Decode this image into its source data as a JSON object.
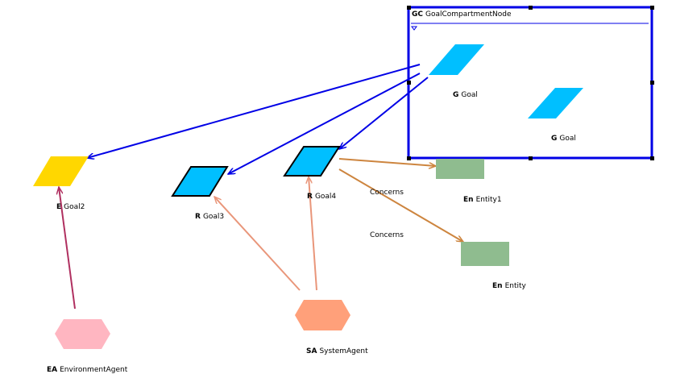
{
  "compartment": {
    "stereotype": "GC",
    "title": "GoalCompartmentNode",
    "collapse_icon": "triangle-down-icon"
  },
  "nodes": {
    "goal_a": {
      "stereotype": "G",
      "label": "Goal"
    },
    "goal_b": {
      "stereotype": "G",
      "label": "Goal"
    },
    "goal2": {
      "stereotype": "E",
      "label": "Goal2"
    },
    "goal3": {
      "stereotype": "R",
      "label": "Goal3"
    },
    "goal4": {
      "stereotype": "R",
      "label": "Goal4"
    },
    "entity1": {
      "stereotype": "En",
      "label": "Entity1"
    },
    "entity": {
      "stereotype": "En",
      "label": "Entity"
    },
    "environment_agent": {
      "stereotype": "EA",
      "label": "EnvironmentAgent"
    },
    "system_agent": {
      "stereotype": "SA",
      "label": "SystemAgent"
    }
  },
  "edges": {
    "concerns_1": "Concerns",
    "concerns_2": "Concerns"
  },
  "colors": {
    "goal": "#00bfff",
    "expectation_goal": "#ffd700",
    "entity": "#8fbc8f",
    "environment_agent": "#ffb6c1",
    "system_agent": "#ffa07a",
    "refinement_edge": "#0000e6",
    "concerns_edge": "#cd853f",
    "agent_edge": "#e9967a",
    "env_edge": "#b03060"
  }
}
